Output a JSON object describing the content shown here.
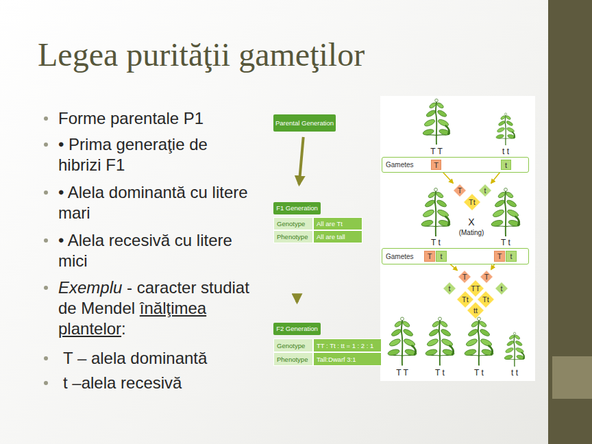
{
  "diagram": {
    "title": "Legea purităţii gameţilor",
    "nodes": [
      {
        "text": [
          "Parental Generation"
        ]
      },
      {
        "text": [
          "F1 Generation"
        ]
      },
      {
        "text": [
          "Genotype"
        ]
      },
      {
        "text": [
          "All are Tt"
        ]
      },
      {
        "text": [
          "Phenotype"
        ]
      },
      {
        "text": [
          "All are tall"
        ]
      },
      {
        "text": [
          "F2 Generation"
        ]
      },
      {
        "text": [
          "Genotype"
        ]
      },
      {
        "text": [
          "TT : Tt : tt = 1 : 2 : 1"
        ]
      },
      {
        "text": [
          "Phenotype"
        ]
      },
      {
        "text": [
          "Tall:Dwarf 3:1"
        ]
      },
      {
        "text": [
          "Gametes"
        ]
      },
      {
        "text": [
          "T"
        ],
        "in": 11
      },
      {
        "text": [
          "t"
        ],
        "in": 11
      },
      {
        "text": [
          "T"
        ]
      },
      {
        "text": [
          "t"
        ]
      },
      {
        "text": [
          "Tt"
        ]
      },
      {
        "text": [
          "Gametes"
        ]
      },
      {
        "text": [
          "T"
        ],
        "in": 17
      },
      {
        "text": [
          "t"
        ],
        "in": 17
      },
      {
        "text": [
          "T"
        ],
        "in": 17
      },
      {
        "text": [
          "t"
        ],
        "in": 17
      },
      {
        "text": [
          "T"
        ]
      },
      {
        "text": [
          "T"
        ]
      },
      {
        "text": [
          "t"
        ]
      },
      {
        "text": [
          "TT"
        ]
      },
      {
        "text": [
          "t"
        ]
      },
      {
        "text": [
          "Tt"
        ]
      },
      {
        "text": [
          "Tt"
        ]
      },
      {
        "text": [
          "tt"
        ]
      }
    ],
    "edges": [
      {
        "from": 0,
        "to": 1,
        "arrow": "to"
      },
      {
        "from": 1,
        "to": 6,
        "arrow": "to"
      },
      {
        "from": 12,
        "to": 14,
        "arrow": "to"
      },
      {
        "from": 13,
        "to": 15,
        "arrow": "to"
      },
      {
        "from": 19,
        "to": 22,
        "arrow": "to"
      },
      {
        "from": 20,
        "to": 23,
        "arrow": "to"
      }
    ],
    "labels": [
      "Forme parentale P1",
      "• Prima generaţie de hibrizi F1",
      "• Alela dominantă cu litere mari",
      "• Alela recesivă cu litere mici",
      "Exemplu",
      "- caracter studiat de Mendel",
      "înălţimea plantelor",
      ":",
      "T – alela dominantă",
      "t –alela recesivă",
      "T T",
      "t t",
      "T t",
      "X",
      "(Mating)",
      "T t",
      "T T",
      "T t",
      "T t",
      "t t"
    ]
  }
}
